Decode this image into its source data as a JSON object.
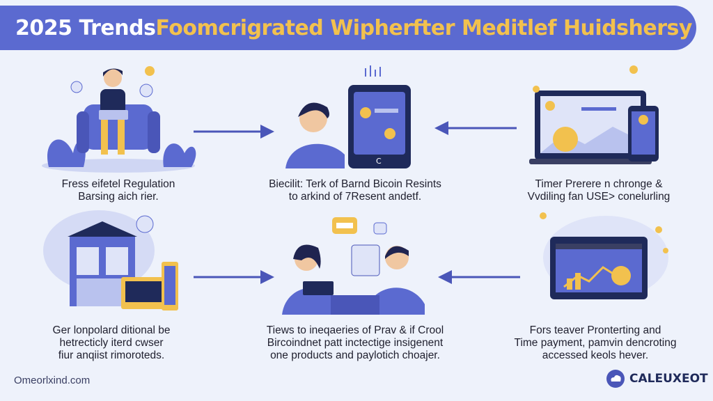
{
  "header": {
    "title_lead": "2025 Trends",
    "title_rest": "Foomcrigrated Wipherfter Meditlef Huidshersy"
  },
  "panels": [
    {
      "lines": [
        "Fress eifetel Regulation",
        "Barsing aich rier."
      ]
    },
    {
      "lines": [
        "Biecilit: Terk of Barnd Bicoin Resints",
        "to arkind of 7Resent andetf."
      ]
    },
    {
      "lines": [
        "Timer Prerere n chronge &",
        "Vvdiling fan USE> conelurling"
      ]
    },
    {
      "lines": [
        "Ger lonpolard ditional be",
        "hetrecticly iterd cwser",
        "fiur anqiist rimoroteds."
      ]
    },
    {
      "lines": [
        "Tiews to ineqaeries of Prav & if Crool",
        "Bircoindnet patt inctectige insigenent",
        "one products and paylotich choajer."
      ]
    },
    {
      "lines": [
        "Fors teaver Pronterting and",
        "Time payment, pamvin dencroting",
        "accessed keols hever."
      ]
    }
  ],
  "screen_text": {
    "device": "C"
  },
  "footer": {
    "site": "Omeorlxind.com",
    "brand": "CALEUXEOT"
  },
  "colors": {
    "banner": "#5b6ad0",
    "accent": "#f2c14e",
    "primary": "#4a56b8",
    "background": "#eef2fb"
  },
  "icons": [
    "bitcoin-icon",
    "arrow-right-icon",
    "arrow-left-icon",
    "chat-bubble-icon",
    "cloud-logo-icon"
  ]
}
